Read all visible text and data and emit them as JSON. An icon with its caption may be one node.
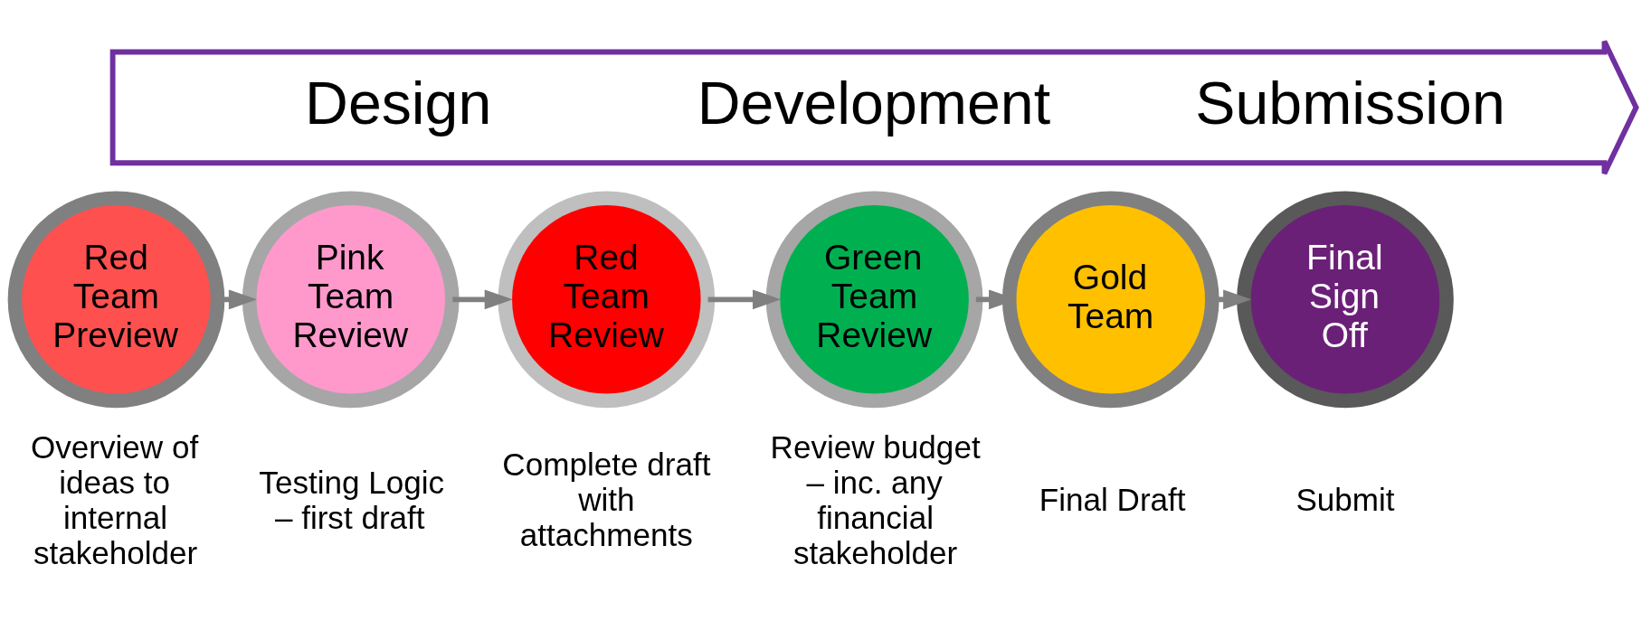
{
  "diagram": {
    "nodes": [
      {
        "text": [
          "Design",
          "Development",
          "Submission"
        ]
      },
      {
        "text": [
          "Red Team Preview"
        ],
        "beside": [
          "Overview of ideas to internal stakeholder"
        ]
      },
      {
        "text": [
          "Pink Team Review"
        ],
        "beside": [
          "Testing Logic – first draft"
        ]
      },
      {
        "text": [
          "Red Team Review"
        ],
        "beside": [
          "Complete draft with attachments"
        ]
      },
      {
        "text": [
          "Green Team Review"
        ],
        "beside": [
          "Review budget – inc. any financial stakeholder"
        ]
      },
      {
        "text": [
          "Gold Team"
        ],
        "beside": [
          "Final Draft"
        ]
      },
      {
        "text": [
          "Final Sign Off"
        ],
        "beside": [
          "Submit"
        ]
      }
    ],
    "edges": [
      {
        "from": 1,
        "to": 2,
        "arrow": "to"
      },
      {
        "from": 2,
        "to": 3,
        "arrow": "to"
      },
      {
        "from": 3,
        "to": 4,
        "arrow": "to"
      },
      {
        "from": 4,
        "to": 5,
        "arrow": "to"
      },
      {
        "from": 5,
        "to": 6,
        "arrow": "to"
      }
    ]
  }
}
